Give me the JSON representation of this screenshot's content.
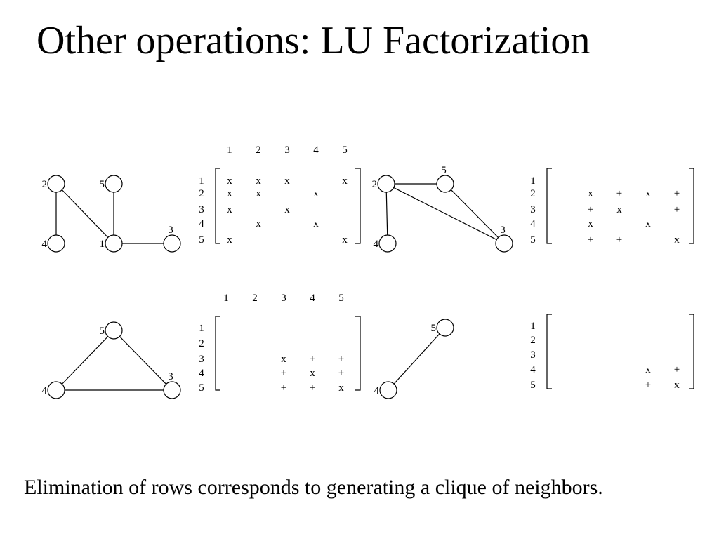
{
  "title": "Other operations: LU Factorization",
  "caption": "Elimination of rows corresponds to generating a clique of neighbors.",
  "panels": [
    {
      "id": "step1",
      "graph": {
        "nodes": [
          {
            "id": "2",
            "label": "2"
          },
          {
            "id": "5",
            "label": "5"
          },
          {
            "id": "4",
            "label": "4"
          },
          {
            "id": "1",
            "label": "1"
          },
          {
            "id": "3",
            "label": "3"
          }
        ],
        "edges": [
          [
            "2",
            "4"
          ],
          [
            "2",
            "1"
          ],
          [
            "5",
            "1"
          ],
          [
            "1",
            "3"
          ]
        ]
      },
      "matrix": {
        "col_labels": [
          "1",
          "2",
          "3",
          "4",
          "5"
        ],
        "row_labels": [
          "1",
          "2",
          "3",
          "4",
          "5"
        ],
        "cells": [
          [
            "x",
            "x",
            "x",
            "",
            "x"
          ],
          [
            "x",
            "x",
            "",
            "x",
            ""
          ],
          [
            "x",
            "",
            "x",
            "",
            ""
          ],
          [
            "",
            "x",
            "",
            "x",
            ""
          ],
          [
            "x",
            "",
            "",
            "",
            "x"
          ]
        ]
      }
    },
    {
      "id": "step2",
      "graph": {
        "nodes": [
          {
            "id": "2",
            "label": "2"
          },
          {
            "id": "5",
            "label": "5"
          },
          {
            "id": "4",
            "label": "4"
          },
          {
            "id": "3",
            "label": "3"
          }
        ],
        "edges": [
          [
            "2",
            "5"
          ],
          [
            "2",
            "4"
          ],
          [
            "2",
            "3"
          ],
          [
            "5",
            "3"
          ]
        ]
      },
      "matrix": {
        "col_labels": [],
        "row_labels": [
          "1",
          "2",
          "3",
          "4",
          "5"
        ],
        "cells": [
          [
            "",
            "",
            "",
            "",
            ""
          ],
          [
            "",
            "x",
            "+",
            "x",
            "+"
          ],
          [
            "",
            "+",
            "x",
            "",
            "+"
          ],
          [
            "",
            "x",
            "",
            "x",
            ""
          ],
          [
            "",
            "+",
            "+",
            "",
            "x"
          ]
        ]
      }
    },
    {
      "id": "step3",
      "graph": {
        "nodes": [
          {
            "id": "5",
            "label": "5"
          },
          {
            "id": "4",
            "label": "4"
          },
          {
            "id": "3",
            "label": "3"
          }
        ],
        "edges": [
          [
            "5",
            "4"
          ],
          [
            "5",
            "3"
          ],
          [
            "4",
            "3"
          ]
        ]
      },
      "matrix": {
        "col_labels": [
          "1",
          "2",
          "3",
          "4",
          "5"
        ],
        "row_labels": [
          "1",
          "2",
          "3",
          "4",
          "5"
        ],
        "cells": [
          [
            "",
            "",
            "",
            "",
            ""
          ],
          [
            "",
            "",
            "",
            "",
            ""
          ],
          [
            "",
            "",
            "x",
            "+",
            "+"
          ],
          [
            "",
            "",
            "+",
            "x",
            "+"
          ],
          [
            "",
            "",
            "+",
            "+",
            "x"
          ]
        ]
      }
    },
    {
      "id": "step4",
      "graph": {
        "nodes": [
          {
            "id": "5",
            "label": "5"
          },
          {
            "id": "4",
            "label": "4"
          }
        ],
        "edges": [
          [
            "5",
            "4"
          ]
        ]
      },
      "matrix": {
        "col_labels": [],
        "row_labels": [
          "1",
          "2",
          "3",
          "4",
          "5"
        ],
        "cells": [
          [
            "",
            "",
            "",
            "",
            ""
          ],
          [
            "",
            "",
            "",
            "",
            ""
          ],
          [
            "",
            "",
            "",
            "",
            ""
          ],
          [
            "",
            "",
            "",
            "x",
            "+"
          ],
          [
            "",
            "",
            "",
            "+",
            "x"
          ]
        ]
      }
    }
  ]
}
